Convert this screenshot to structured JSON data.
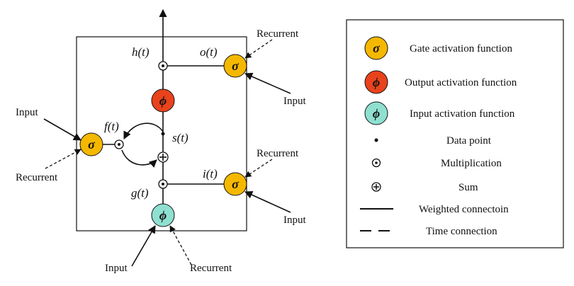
{
  "colors": {
    "gate": "#f5b800",
    "output": "#e8431c",
    "input_act": "#8fe0d0",
    "stroke": "#111111"
  },
  "symbols": {
    "sigma": "σ",
    "phi": "ϕ"
  },
  "labels": {
    "h": "h(t)",
    "o": "o(t)",
    "s": "s(t)",
    "f": "f(t)",
    "i": "i(t)",
    "g": "g(t)"
  },
  "io": {
    "input": "Input",
    "recurrent": "Recurrent"
  },
  "legend": {
    "gate_activation": "Gate activation function",
    "output_activation": "Output activation function",
    "input_activation": "Input activation function",
    "data_point": "Data point",
    "multiplication": "Multiplication",
    "sum": "Sum",
    "weighted_connection": "Weighted connectoin",
    "time_connection": "Time connection"
  }
}
